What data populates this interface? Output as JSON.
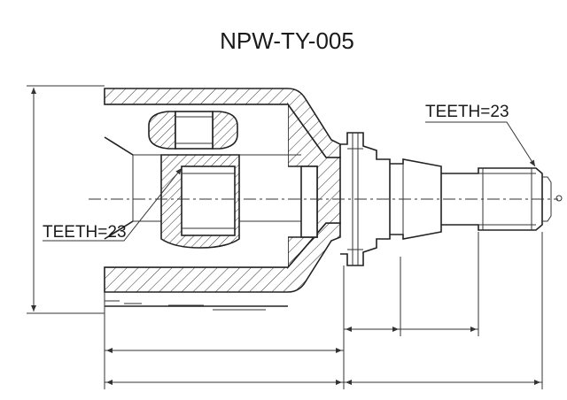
{
  "title": "NPW-TY-005",
  "labels": {
    "teeth_left": "TEETH=23",
    "teeth_right": "TEETH=23"
  }
}
